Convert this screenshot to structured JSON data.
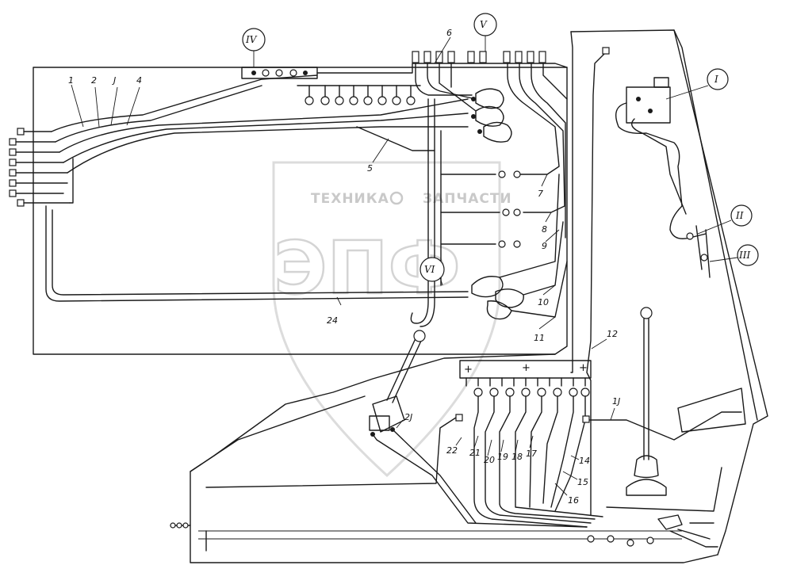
{
  "watermark": {
    "text": "ТЕХНИКА ⚙ ЗАПЧАСТИ",
    "logo": "ЭПФ"
  },
  "callouts": {
    "roman": [
      {
        "id": "I",
        "text": "I"
      },
      {
        "id": "II",
        "text": "II"
      },
      {
        "id": "III",
        "text": "III"
      },
      {
        "id": "IV",
        "text": "IV"
      },
      {
        "id": "V",
        "text": "V"
      },
      {
        "id": "VI",
        "text": "VI"
      }
    ],
    "numbers": [
      {
        "id": "1",
        "text": "1"
      },
      {
        "id": "2",
        "text": "2"
      },
      {
        "id": "3",
        "text": "J"
      },
      {
        "id": "4",
        "text": "4"
      },
      {
        "id": "5",
        "text": "5"
      },
      {
        "id": "6",
        "text": "6"
      },
      {
        "id": "7",
        "text": "7"
      },
      {
        "id": "8",
        "text": "8"
      },
      {
        "id": "9",
        "text": "9"
      },
      {
        "id": "10",
        "text": "10"
      },
      {
        "id": "11",
        "text": "11"
      },
      {
        "id": "12",
        "text": "12"
      },
      {
        "id": "13",
        "text": "1J"
      },
      {
        "id": "14",
        "text": "14"
      },
      {
        "id": "15",
        "text": "15"
      },
      {
        "id": "16",
        "text": "16"
      },
      {
        "id": "17",
        "text": "17"
      },
      {
        "id": "18",
        "text": "18"
      },
      {
        "id": "19",
        "text": "19"
      },
      {
        "id": "20",
        "text": "20"
      },
      {
        "id": "21",
        "text": "21"
      },
      {
        "id": "22",
        "text": "22"
      },
      {
        "id": "23",
        "text": "2J"
      },
      {
        "id": "24",
        "text": "24"
      }
    ]
  },
  "terminal_signs": [
    "+",
    "+",
    "+"
  ]
}
